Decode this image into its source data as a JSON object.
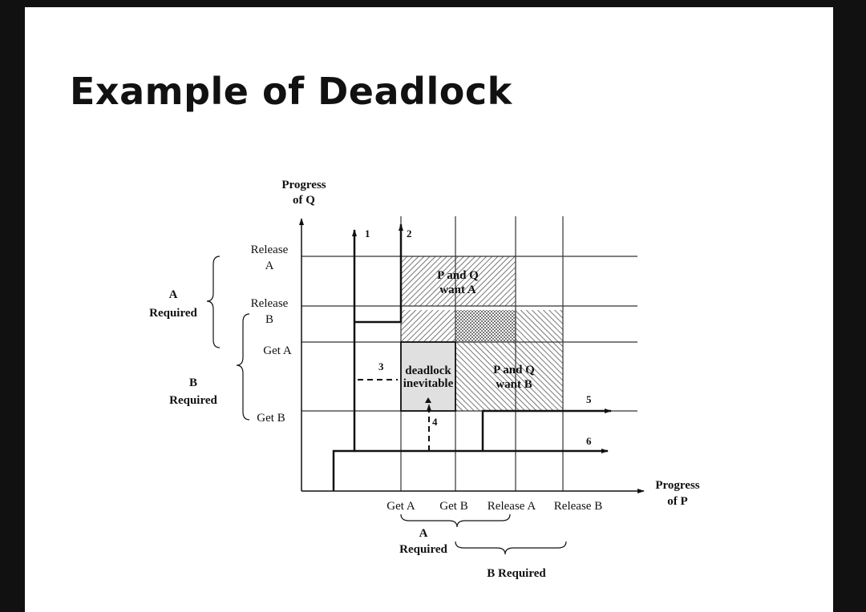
{
  "title": "Example of Deadlock",
  "axes": {
    "y_title": [
      "Progress",
      "of Q"
    ],
    "x_title": [
      "Progress",
      "of P"
    ]
  },
  "y_ticks": {
    "release_a": [
      "Release",
      "A"
    ],
    "release_b": [
      "Release",
      "B"
    ],
    "get_a": "Get A",
    "get_b": "Get B"
  },
  "x_ticks": {
    "get_a": "Get A",
    "get_b": "Get B",
    "release_a": "Release A",
    "release_b": "Release B"
  },
  "left_braces": {
    "a_required": [
      "A",
      "Required"
    ],
    "b_required": [
      "B",
      "Required"
    ]
  },
  "bottom_braces": {
    "a_required": [
      "A",
      "Required"
    ],
    "b_required": "B Required"
  },
  "regions": {
    "pq_want_a": [
      "P and Q",
      "want A"
    ],
    "pq_want_b": [
      "P and Q",
      "want B"
    ],
    "deadlock": [
      "deadlock",
      "inevitable"
    ]
  },
  "paths": [
    "1",
    "2",
    "3",
    "4",
    "5",
    "6"
  ],
  "colors": {
    "background": "#111111",
    "slide": "#ffffff",
    "ink": "#111111",
    "deadlock_fill": "#e0e0e0"
  }
}
